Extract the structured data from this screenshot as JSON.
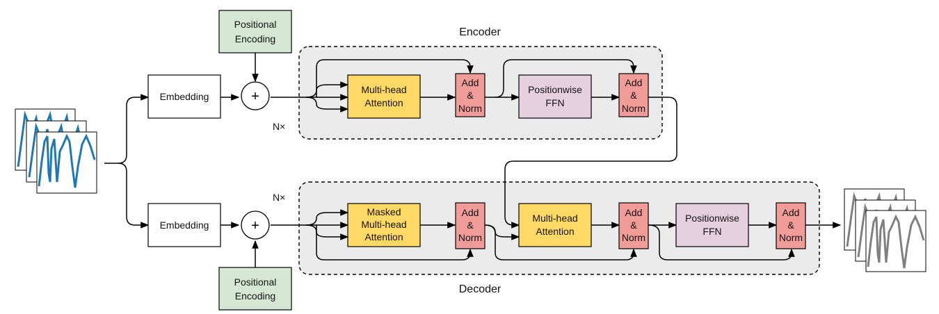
{
  "encoder": {
    "title": "Encoder",
    "repeat": "N×",
    "embedding": "Embedding",
    "positional_encoding": [
      "Positional",
      "Encoding"
    ],
    "plus": "+",
    "attention": [
      "Multi-head",
      "Attention"
    ],
    "add_norm_1": [
      "Add",
      "&",
      "Norm"
    ],
    "ffn": [
      "Positionwise",
      "FFN"
    ],
    "add_norm_2": [
      "Add",
      "&",
      "Norm"
    ]
  },
  "decoder": {
    "title": "Decoder",
    "repeat": "N×",
    "embedding": "Embedding",
    "positional_encoding": [
      "Positional",
      "Encoding"
    ],
    "plus": "+",
    "masked_attention": [
      "Masked",
      "Multi-head",
      "Attention"
    ],
    "add_norm_1": [
      "Add",
      "&",
      "Norm"
    ],
    "cross_attention": [
      "Multi-head",
      "Attention"
    ],
    "add_norm_2": [
      "Add",
      "&",
      "Norm"
    ],
    "ffn": [
      "Positionwise",
      "FFN"
    ],
    "add_norm_3": [
      "Add",
      "&",
      "Norm"
    ]
  },
  "colors": {
    "attention": "#ffd966",
    "add_norm": "#f19c99",
    "ffn": "#e6d0de",
    "positional": "#d5e8d4",
    "container": "#ebebeb",
    "input_series": "#1f77b4",
    "output_series": "#808080"
  }
}
